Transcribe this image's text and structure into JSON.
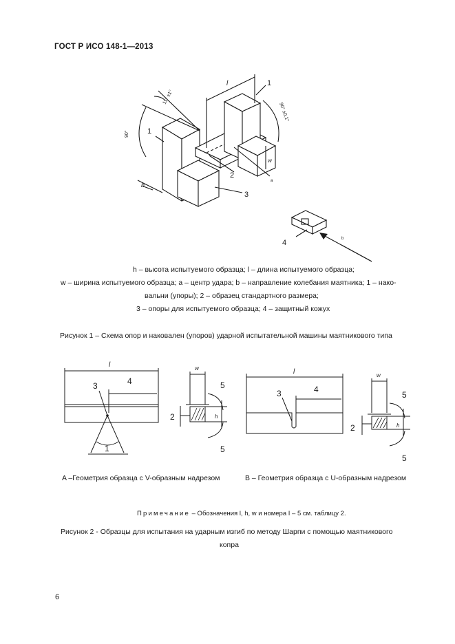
{
  "header": {
    "standard": "ГОСТ Р ИСО 148-1—2013"
  },
  "figure1": {
    "labels": {
      "support_a": "1",
      "support_b": "1",
      "specimen": "2",
      "anvils": "3",
      "guard": "4",
      "angle_left": "90°",
      "angle_top": "11° ±1°",
      "angle_right": "90° ±0,1°",
      "dim_l": "l",
      "dim_h": "h",
      "dim_w": "w",
      "mark_a": "a",
      "mark_b": "b"
    },
    "legend": [
      "h – высота испытуемого образца;  l – длина испытуемого образца;",
      "w – ширина испытуемого образца; a – центр удара; b – направление колебания маятника; 1 – нако-",
      "вальни (упоры); 2 – образец  стандартного размера;",
      "3 – опоры для испытуемого образца; 4 – защитный кожух"
    ],
    "caption": "Рисунок 1 –  Схема опор и  наковален (упоров) ударной испытательной машины маятникового типа"
  },
  "figure2": {
    "a_labels": {
      "l": "l",
      "w": "w",
      "h": "h",
      "n1": "1",
      "n2": "2",
      "n3": "3",
      "n4": "4",
      "n5_top": "5",
      "n5_bottom": "5"
    },
    "b_labels": {
      "l": "l",
      "w": "w",
      "h": "h",
      "n2": "2",
      "n3": "3",
      "n4": "4",
      "n5_top": "5",
      "n5_bottom": "5"
    },
    "caption_a": "A –Геометрия образца с V-образным надрезом",
    "caption_b": "B – Геометрия образца с U-образным надрезом",
    "note_prefix": "Примечание",
    "note_text": " – Обозначения l, h, w и номера I – 5 см.  таблицу 2.",
    "caption_line1": "Рисунок 2  -  Образцы для испытания на ударным изгиб по методу Шарпи с помощью маятникового",
    "caption_line2": "копра"
  },
  "footer": {
    "page_number": "6"
  }
}
